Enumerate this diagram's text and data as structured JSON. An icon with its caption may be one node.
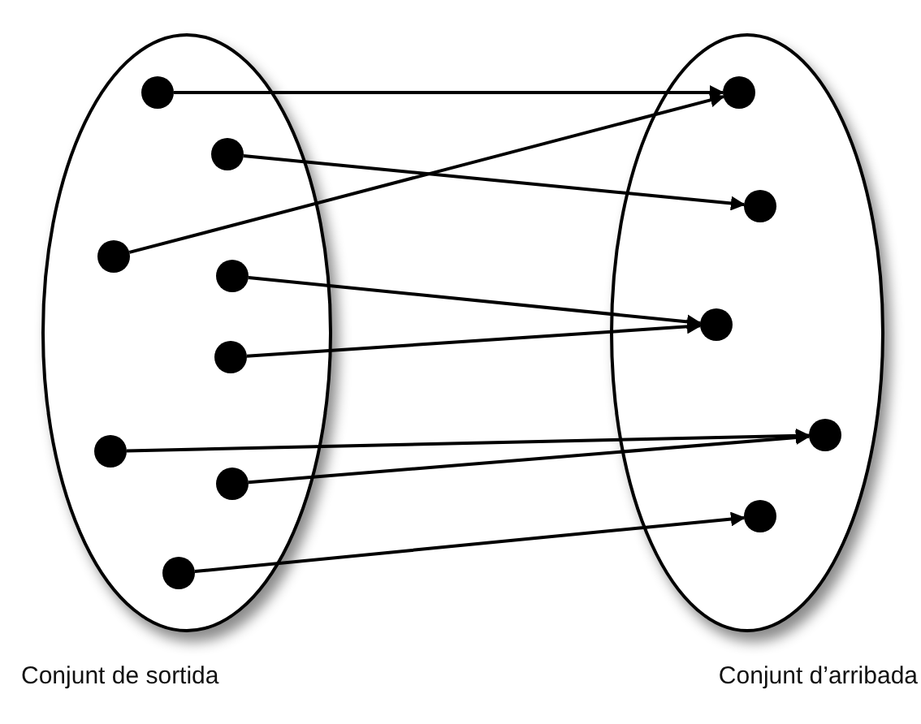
{
  "diagram": {
    "nodes": [
      {
        "text": [
          "Conjunt de sortida"
        ]
      },
      {
        "text": [],
        "shape": "circle",
        "in": 0
      },
      {
        "text": [],
        "shape": "circle",
        "in": 0
      },
      {
        "text": [],
        "shape": "circle",
        "in": 0
      },
      {
        "text": [],
        "shape": "circle",
        "in": 0
      },
      {
        "text": [],
        "shape": "circle",
        "in": 0
      },
      {
        "text": [],
        "shape": "circle",
        "in": 0
      },
      {
        "text": [],
        "shape": "circle",
        "in": 0
      },
      {
        "text": [],
        "shape": "circle",
        "in": 0
      },
      {
        "text": [
          "Conjunt d’arribada"
        ]
      },
      {
        "text": [],
        "shape": "circle",
        "in": 9
      },
      {
        "text": [],
        "shape": "circle",
        "in": 9
      },
      {
        "text": [],
        "shape": "circle",
        "in": 9
      },
      {
        "text": [],
        "shape": "circle",
        "in": 9
      },
      {
        "text": [],
        "shape": "circle",
        "in": 9
      }
    ],
    "edges": [
      {
        "from": 1,
        "to": 10,
        "arrow": "to"
      },
      {
        "from": 2,
        "to": 11,
        "arrow": "to"
      },
      {
        "from": 3,
        "to": 10,
        "arrow": "to"
      },
      {
        "from": 4,
        "to": 12,
        "arrow": "to"
      },
      {
        "from": 5,
        "to": 12,
        "arrow": "to"
      },
      {
        "from": 6,
        "to": 13,
        "arrow": "to"
      },
      {
        "from": 7,
        "to": 13,
        "arrow": "to"
      },
      {
        "from": 8,
        "to": 14,
        "arrow": "to"
      }
    ]
  }
}
